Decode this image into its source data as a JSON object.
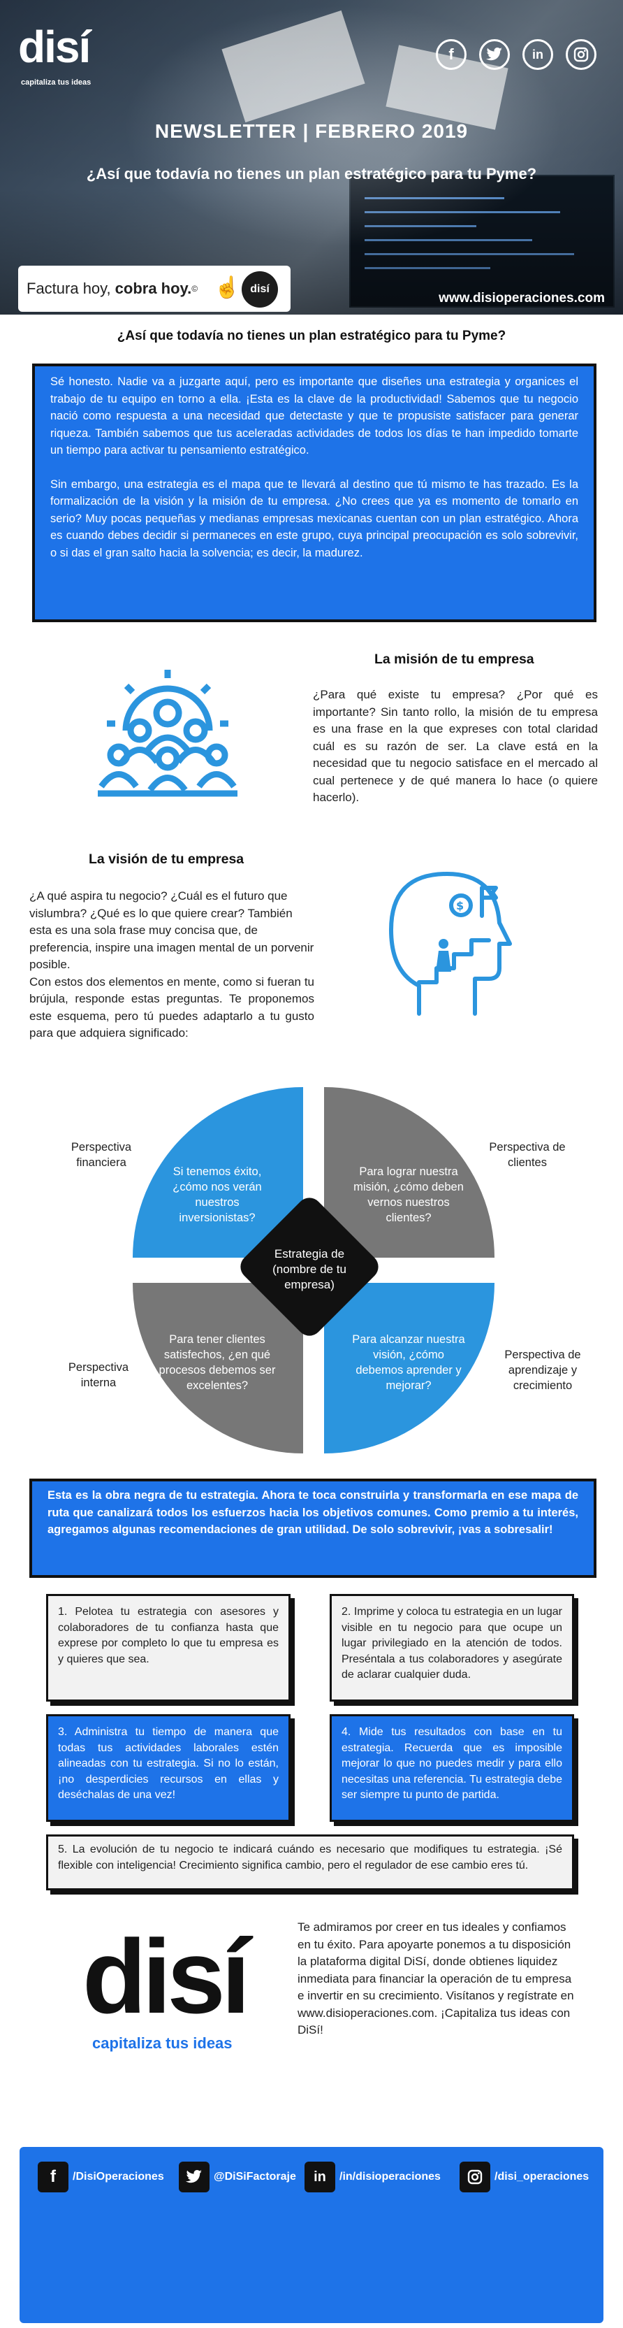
{
  "header": {
    "logo": "disí",
    "tagline": "capitaliza tus ideas",
    "social_icons": [
      "facebook-icon",
      "twitter-icon",
      "linkedin-icon",
      "instagram-icon"
    ],
    "title": "NEWSLETTER | FEBRERO 2019",
    "subtitle": "¿Así que todavía no tienes un plan estratégico para tu Pyme?",
    "banner_plain": "Factura hoy,",
    "banner_bold": "cobra hoy.",
    "banner_mark": "©",
    "banner_logo": "disí",
    "url": "www.disioperaciones.com"
  },
  "intro": {
    "heading": "¿Así que todavía no tienes un plan estratégico para tu Pyme?",
    "p1": "Sé honesto. Nadie va a juzgarte aquí, pero es importante que diseñes una estrategia y organices el trabajo de tu equipo en torno a ella. ¡Esta es la clave de la productividad! Sabemos que tu negocio nació como respuesta a una necesidad que detectaste y que te propusiste satisfacer para generar riqueza. También sabemos que tus aceleradas actividades de todos los días te han impedido tomarte un tiempo para activar tu pensamiento estratégico.",
    "p2": "Sin embargo, una estrategia es el mapa que te llevará al destino que tú mismo te has trazado. Es la formalización de la visión y la misión de tu empresa. ¿No crees que ya es momento de tomarlo en serio? Muy pocas pequeñas y medianas empresas mexicanas cuentan con un plan estratégico. Ahora es cuando debes decidir si permaneces en este grupo, cuya principal preocupación es solo sobrevivir, o si das el gran salto hacia la solvencia; es decir, la madurez."
  },
  "mision": {
    "heading": "La misión de tu empresa",
    "text": "¿Para qué existe tu empresa? ¿Por qué es importante? Sin tanto rollo, la misión de tu empresa es una frase en la que expreses con total claridad cuál es su razón de ser. La clave está en la necesidad que tu negocio satisface en el mercado al cual pertenece y de qué manera lo hace (o quiere hacerlo)."
  },
  "vision": {
    "heading": "La visión de tu empresa",
    "text": "¿A qué aspira tu negocio? ¿Cuál es el futuro que vislumbra? ¿Qué es lo que quiere crear? También esta es una sola frase muy concisa que, de preferencia, inspire una imagen mental de un porvenir posible.",
    "text2": "Con estos dos elementos en mente, como si fueran tu brújula, responde estas preguntas. Te proponemos este esquema, pero tú puedes adaptarlo a tu gusto para que adquiera significado:"
  },
  "diagram": {
    "center": "Estrategia de (nombre de tu empresa)",
    "tl": "Si tenemos éxito, ¿cómo nos verán nuestros inversionistas?",
    "tr": "Para lograr nuestra misión, ¿cómo deben vernos nuestros clientes?",
    "bl": "Para tener clientes satisfechos, ¿en qué procesos debemos ser excelentes?",
    "br": "Para alcanzar nuestra visión, ¿cómo debemos aprender y mejorar?",
    "label_tl": "Perspectiva financiera",
    "label_tr": "Perspectiva de clientes",
    "label_bl": "Perspectiva interna",
    "label_br": "Perspectiva de aprendizaje y crecimiento"
  },
  "obra": {
    "text": "Esta es la obra negra de tu estrategia. Ahora te toca construirla y transformarla en ese mapa de ruta que canalizará todos los esfuerzos hacia los objetivos comunes. Como premio a tu interés, agregamos algunas recomendaciones de gran utilidad. De solo sobrevivir, ¡vas a sobresalir!"
  },
  "recs": {
    "r1": "1. Pelotea tu estrategia con asesores y colaboradores de tu confianza hasta que exprese por completo lo que tu empresa es y quieres que sea.",
    "r2": "2. Imprime y coloca tu estrategia en un lugar visible en tu negocio para que ocupe un lugar privilegiado en la atención de todos. Preséntala a tus colaboradores y asegúrate de aclarar cualquier duda.",
    "r3": "3. Administra tu tiempo de manera que todas tus actividades laborales estén alineadas con tu estrategia. Si no lo están, ¡no desperdicies recursos en ellas y deséchalas de una vez!",
    "r4": "4. Mide tus resultados con base en tu estrategia. Recuerda que es imposible mejorar lo que no puedes medir y para ello necesitas una referencia. Tu estrategia debe ser siempre tu punto de partida.",
    "r5": "5. La evolución de tu negocio te indicará cuándo es necesario que modifiques tu estrategia. ¡Sé flexible con inteligencia! Crecimiento significa cambio, pero el regulador de ese cambio eres tú."
  },
  "footer": {
    "logo": "disí",
    "tagline": "capitaliza tus ideas",
    "text": "Te admiramos por creer en tus ideales y confiamos en tu éxito. Para apoyarte ponemos a tu disposición la plataforma digital DiSí, donde obtienes liquidez inmediata para financiar la operación de tu empresa e invertir en su crecimiento. Visítanos y regístrate en www.disioperaciones.com. ¡Capitaliza tus ideas con DiSí!",
    "social": [
      "/DisiOperaciones",
      "@DiSiFactoraje",
      "/in/disioperaciones",
      "/disi_operaciones"
    ]
  }
}
